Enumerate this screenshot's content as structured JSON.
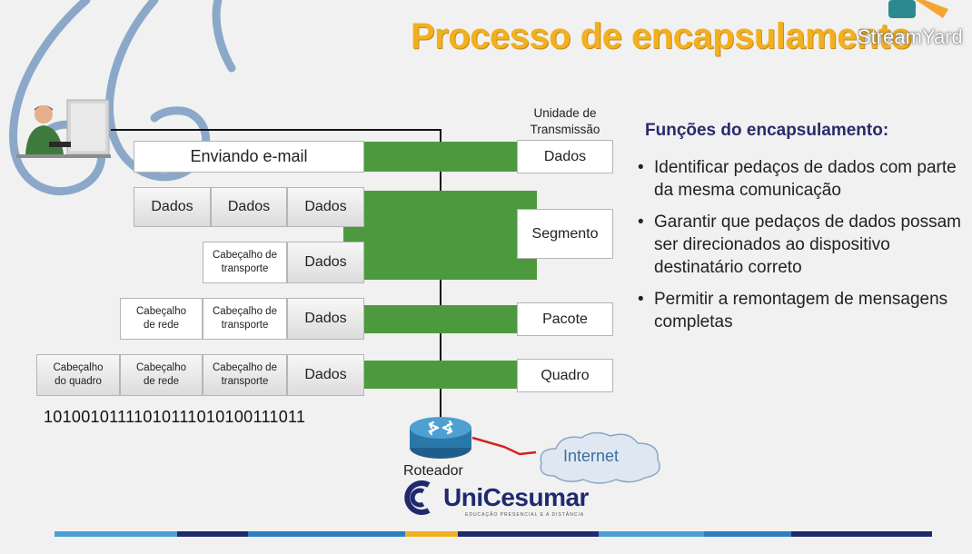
{
  "title": "Processo de encapsulamento",
  "watermark": "StreamYard",
  "unit_header": "Unidade de Transmissão",
  "rows": {
    "r1_email": "Enviando e-mail",
    "r2_dados": [
      "Dados",
      "Dados",
      "Dados"
    ],
    "r3_transport": "Cabeçalho de transporte",
    "r3_dados": "Dados",
    "r4_rede": "Cabeçalho de rede",
    "r4_transport": "Cabeçalho de transporte",
    "r4_dados": "Dados",
    "r5_quadro": "Cabeçalho do quadro",
    "r5_rede": "Cabeçalho de rede",
    "r5_transport": "Cabeçalho de transporte",
    "r5_dados": "Dados"
  },
  "units": {
    "dados": "Dados",
    "segmento": "Segmento",
    "pacote": "Pacote",
    "quadro": "Quadro"
  },
  "binary": "10100101111010111010100111011",
  "router_label": "Roteador",
  "internet_label": "Internet",
  "functions": {
    "title": "Funções do encapsulamento:",
    "items": [
      "Identificar pedaços de dados com parte da mesma comunicação",
      "Garantir que pedaços de dados possam ser direcionados ao dispositivo destinatário correto",
      "Permitir a remontagem de mensagens completas"
    ]
  },
  "logo": {
    "name": "UniCesumar",
    "tagline": "EDUCAÇÃO PRESENCIAL E A DISTÂNCIA"
  },
  "colors": {
    "title": "#f2b01e",
    "green": "#4d9a3e",
    "functions_title": "#2b2a6b",
    "logo": "#1f2a6e",
    "quote_mark": "#6f94bd"
  }
}
